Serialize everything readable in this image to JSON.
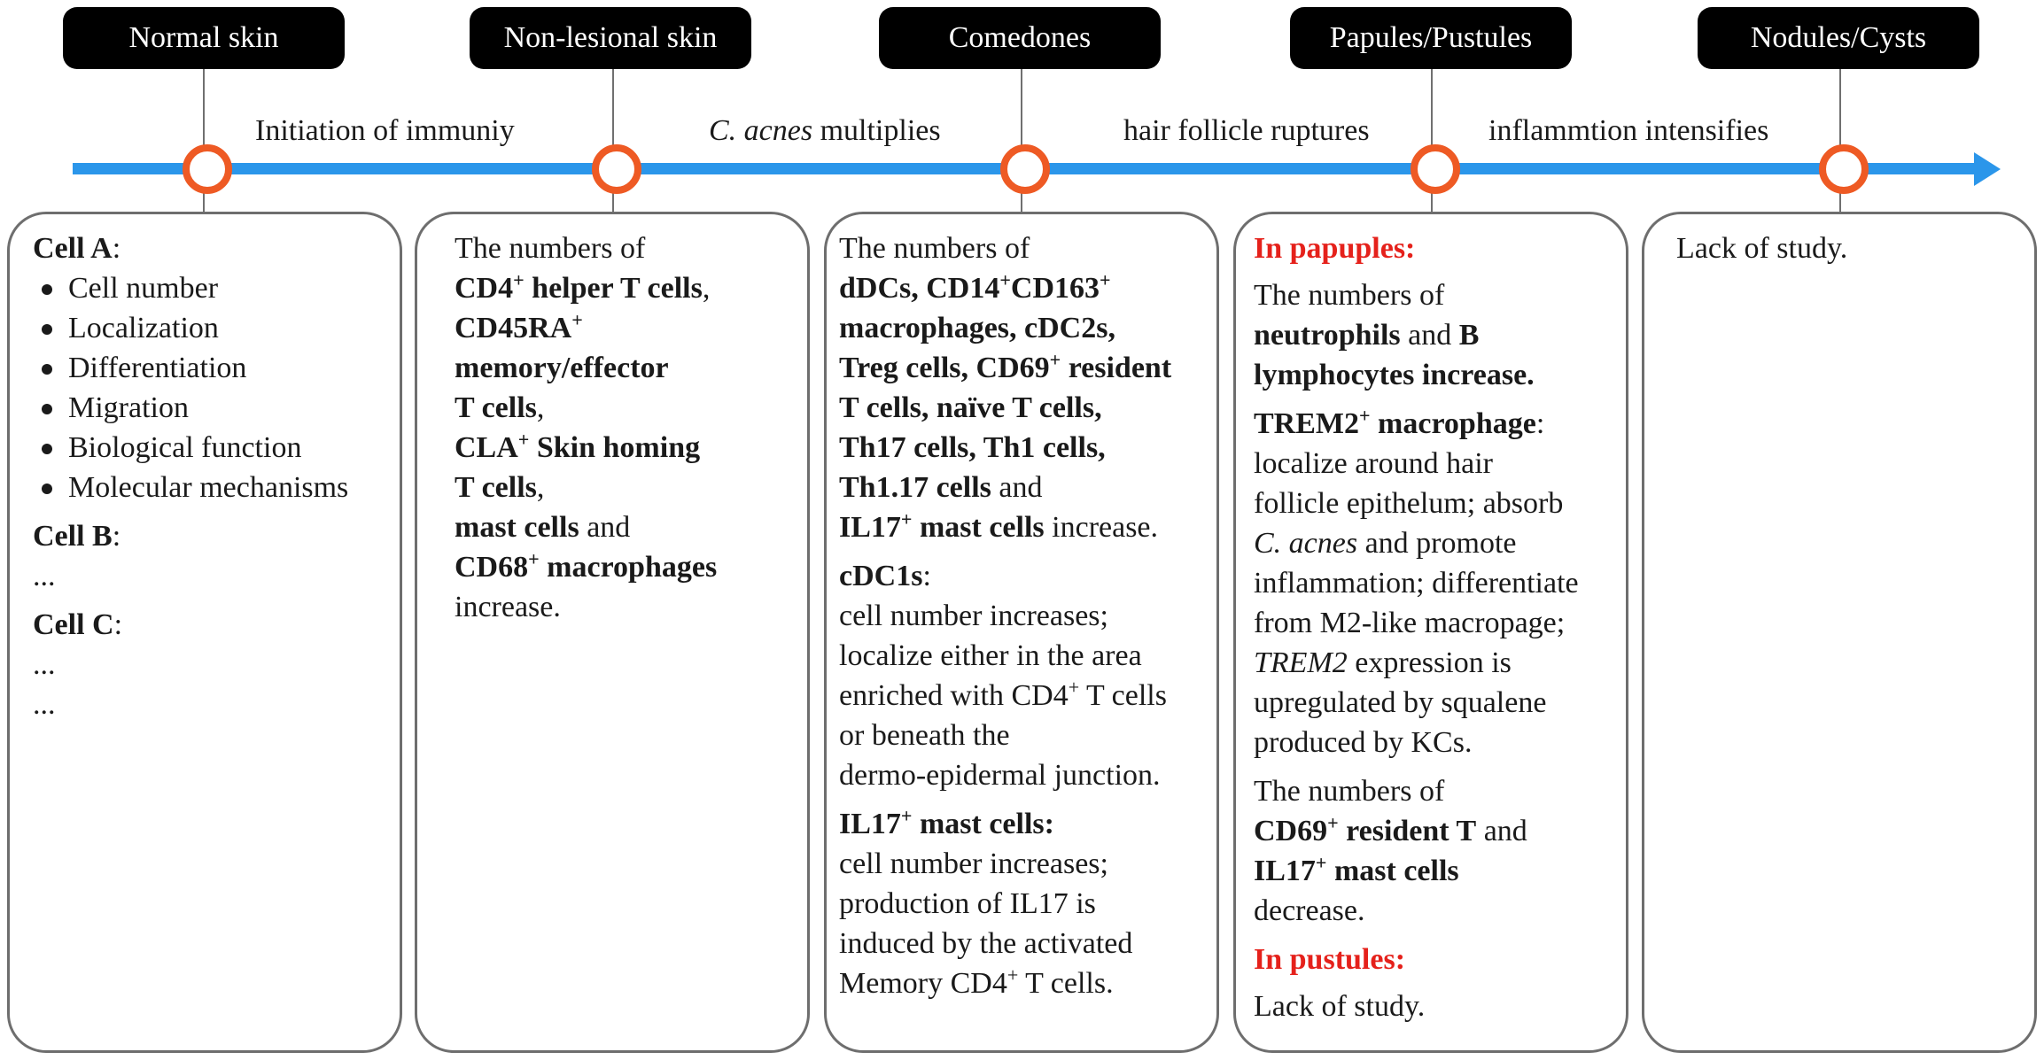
{
  "stages": [
    {
      "label": "Normal skin"
    },
    {
      "label": "Non-lesional skin"
    },
    {
      "label": "Comedones"
    },
    {
      "label": "Papules/Pustules"
    },
    {
      "label": "Nodules/Cysts"
    }
  ],
  "transitions": {
    "t1": "Initiation of immuniy",
    "t2_italic": "C. acnes",
    "t2_rest": " multiplies",
    "t3": "hair follicle ruptures",
    "t4": "inflammtion intensifies"
  },
  "card1": {
    "cell_a": "Cell A",
    "colon": ":",
    "bullets": [
      "Cell number",
      "Localization",
      "Differentiation",
      "Migration",
      "Biological function",
      "Molecular mechanisms"
    ],
    "cell_b": "Cell B",
    "cell_c": "Cell C",
    "ellipsis": "..."
  },
  "card2": {
    "intro": "The numbers of",
    "cd4": "CD4",
    "plus": "+",
    "cd4_rest": " helper T cells",
    "comma": ",",
    "cd45ra": "CD45RA",
    "memory_line": "memory/effector",
    "t_cells": "T cells",
    "cla": "CLA",
    "cla_rest": " Skin homing",
    "mast": "mast cells",
    "and": " and",
    "cd68": "CD68",
    "cd68_rest": " macrophages",
    "increase": "increase."
  },
  "card3": {
    "intro": "The numbers of",
    "l1a": "dDCs, CD14",
    "l1b": "CD163",
    "l2": "macrophages, cDC2s,",
    "l3a": "Treg cells, CD69",
    "l3b": " resident",
    "l4": "T cells, naïve T cells,",
    "l5": "Th17 cells, Th1 cells,",
    "l6a": "Th1.17 cells",
    "l6b": " and",
    "l7a": "IL17",
    "l7b": " mast cells",
    "l7c": " increase.",
    "cdc1s": "cDC1s",
    "colon": ":",
    "cdc1_lines": [
      "cell number increases;",
      "localize either in the area"
    ],
    "enriched_a": "enriched with CD4",
    "enriched_b": " T cells",
    "cdc1_lines2": [
      "or beneath the",
      "dermo-epidermal junction."
    ],
    "il17_head_a": "IL17",
    "il17_head_b": " mast cells:",
    "il17_lines": [
      "cell number increases;",
      "production of IL17 is",
      "induced by the activated"
    ],
    "memory_a": "Memory CD4",
    "memory_b": " T cells."
  },
  "card4": {
    "in_papuples": "In papuples:",
    "intro": "The numbers of",
    "neut": "neutrophils",
    "and": " and ",
    "b": "B",
    "lymph": "lymphocytes increase.",
    "trem2": "TREM2",
    "trem2_rest": " macrophage",
    "colon": ":",
    "t_lines1": [
      "localize around hair",
      "follicle epithelum; absorb"
    ],
    "cacnes": "C. acnes",
    "promote": " and promote",
    "t_lines2": [
      "inflammation; differentiate",
      "from M2-like macropage;"
    ],
    "trem2_gene": "TREM2",
    "expr": " expression is",
    "t_lines3": [
      "upregulated by squalene",
      "produced by KCs."
    ],
    "intro2": "The numbers of",
    "cd69": "CD69",
    "cd69_rest": " resident T",
    "and2": " and",
    "il17": "IL17",
    "il17_rest": " mast cells",
    "decrease": "decrease.",
    "in_pustules": "In pustules:",
    "lack": "Lack of study."
  },
  "card5": {
    "lack": "Lack of study."
  },
  "colors": {
    "timeline": "#2b96ea",
    "node_ring": "#ee5a24",
    "highlight_red": "#e5211b",
    "label_bg": "#000000",
    "card_border": "#6e6e6e"
  }
}
